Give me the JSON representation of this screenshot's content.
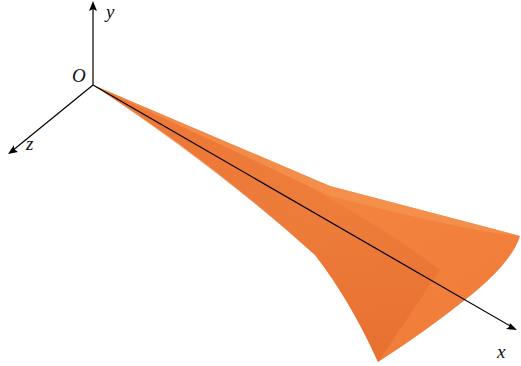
{
  "diagram": {
    "labels": [
      "y",
      "O",
      "z",
      "x"
    ]
  }
}
